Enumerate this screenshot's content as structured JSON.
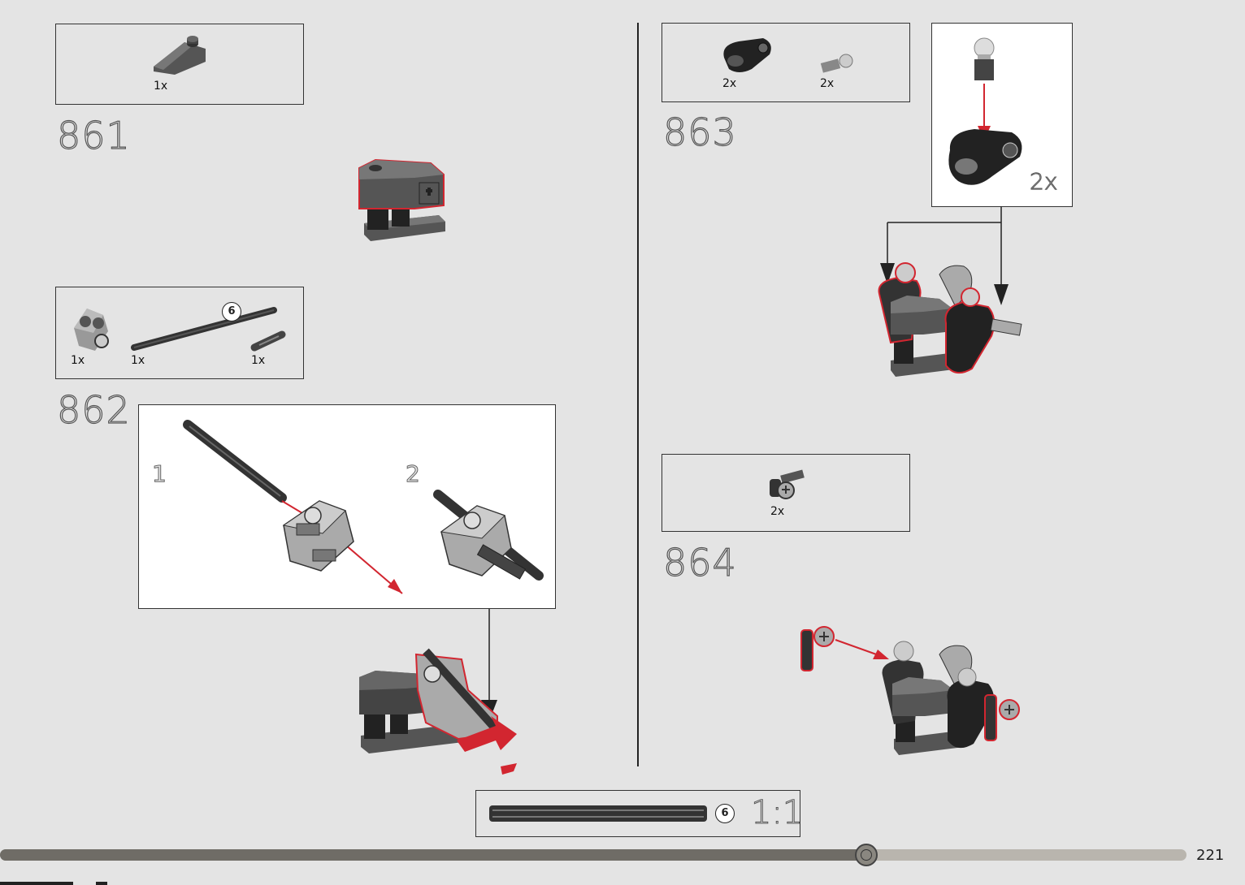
{
  "page": {
    "number": "221",
    "progress_percent": 73
  },
  "steps": [
    {
      "number": "861",
      "parts": [
        {
          "name": "slope-brick",
          "qty": "1x"
        }
      ]
    },
    {
      "number": "862",
      "parts": [
        {
          "name": "connector-perpendicular",
          "qty": "1x"
        },
        {
          "name": "axle-6",
          "qty": "1x",
          "axle_length": "6"
        },
        {
          "name": "axle-pin",
          "qty": "1x"
        }
      ],
      "callout_substeps": [
        "1",
        "2"
      ]
    },
    {
      "number": "863",
      "parts": [
        {
          "name": "ball-socket-connector",
          "qty": "2x"
        },
        {
          "name": "ball-pin",
          "qty": "2x"
        }
      ],
      "callout_multiplier": "2x"
    },
    {
      "number": "864",
      "parts": [
        {
          "name": "axle-connector-hub",
          "qty": "2x"
        }
      ]
    }
  ],
  "scale_ref": {
    "axle_length": "6",
    "ratio": "1:1"
  },
  "colors": {
    "highlight": "#d22630",
    "dark_part": "#3a3a3a",
    "light_part": "#bdbdbd",
    "background": "#e4e4e4"
  }
}
